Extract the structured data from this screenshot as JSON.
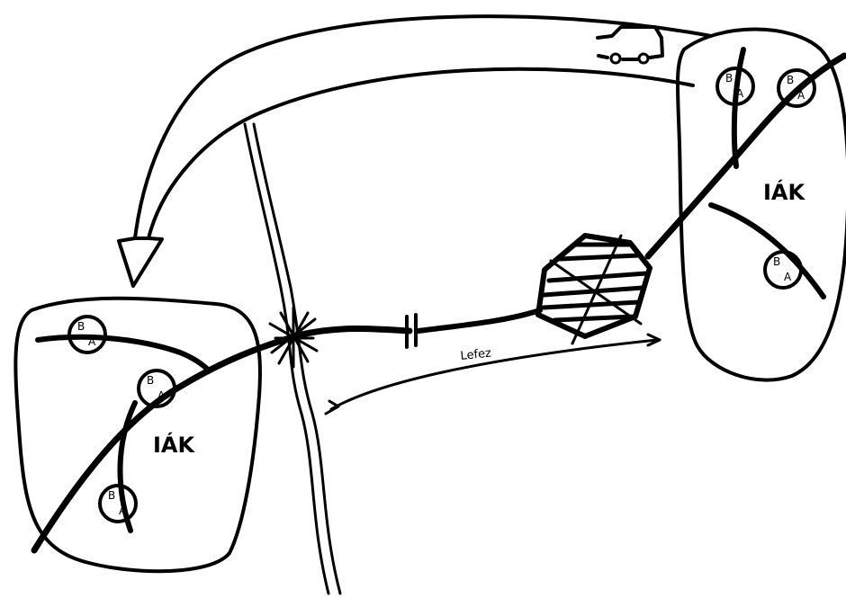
{
  "regions": {
    "left_label": "IÁK",
    "right_label": "IÁK"
  },
  "route": {
    "distance_label": "Lefez"
  },
  "badges": {
    "top": "B",
    "bottom": "A"
  },
  "icons": [
    "vehicle-icon",
    "crossing-icon",
    "blocked-area-icon",
    "bridge-icon"
  ]
}
